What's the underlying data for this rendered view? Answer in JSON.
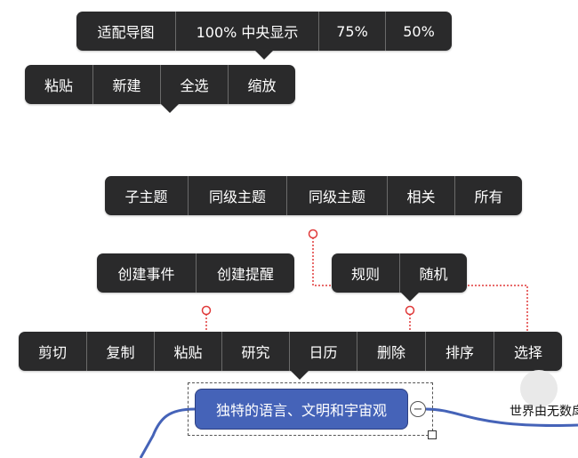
{
  "menus": {
    "zoom": [
      "适配导图",
      "100% 中央显示",
      "75%",
      "50%"
    ],
    "edit": [
      "粘贴",
      "新建",
      "全选",
      "缩放"
    ],
    "insert": [
      "子主题",
      "同级主题",
      "同级主题",
      "相关",
      "所有"
    ],
    "task": [
      "创建事件",
      "创建提醒"
    ],
    "layout": [
      "规则",
      "随机"
    ],
    "context": [
      "剪切",
      "复制",
      "粘贴",
      "研究",
      "日历",
      "删除",
      "排序",
      "选择"
    ]
  },
  "topic": {
    "central_label": "独特的语言、文明和宇宙观",
    "collapse_symbol": "−",
    "sibling_label": "世界由无数戽"
  },
  "colors": {
    "menu_bg": "#2a2a2b",
    "menu_divider": "#6a6a6a",
    "connector_red": "#e03a3a",
    "topic_fill": "#4563b8",
    "branch_line": "#4563b8"
  }
}
